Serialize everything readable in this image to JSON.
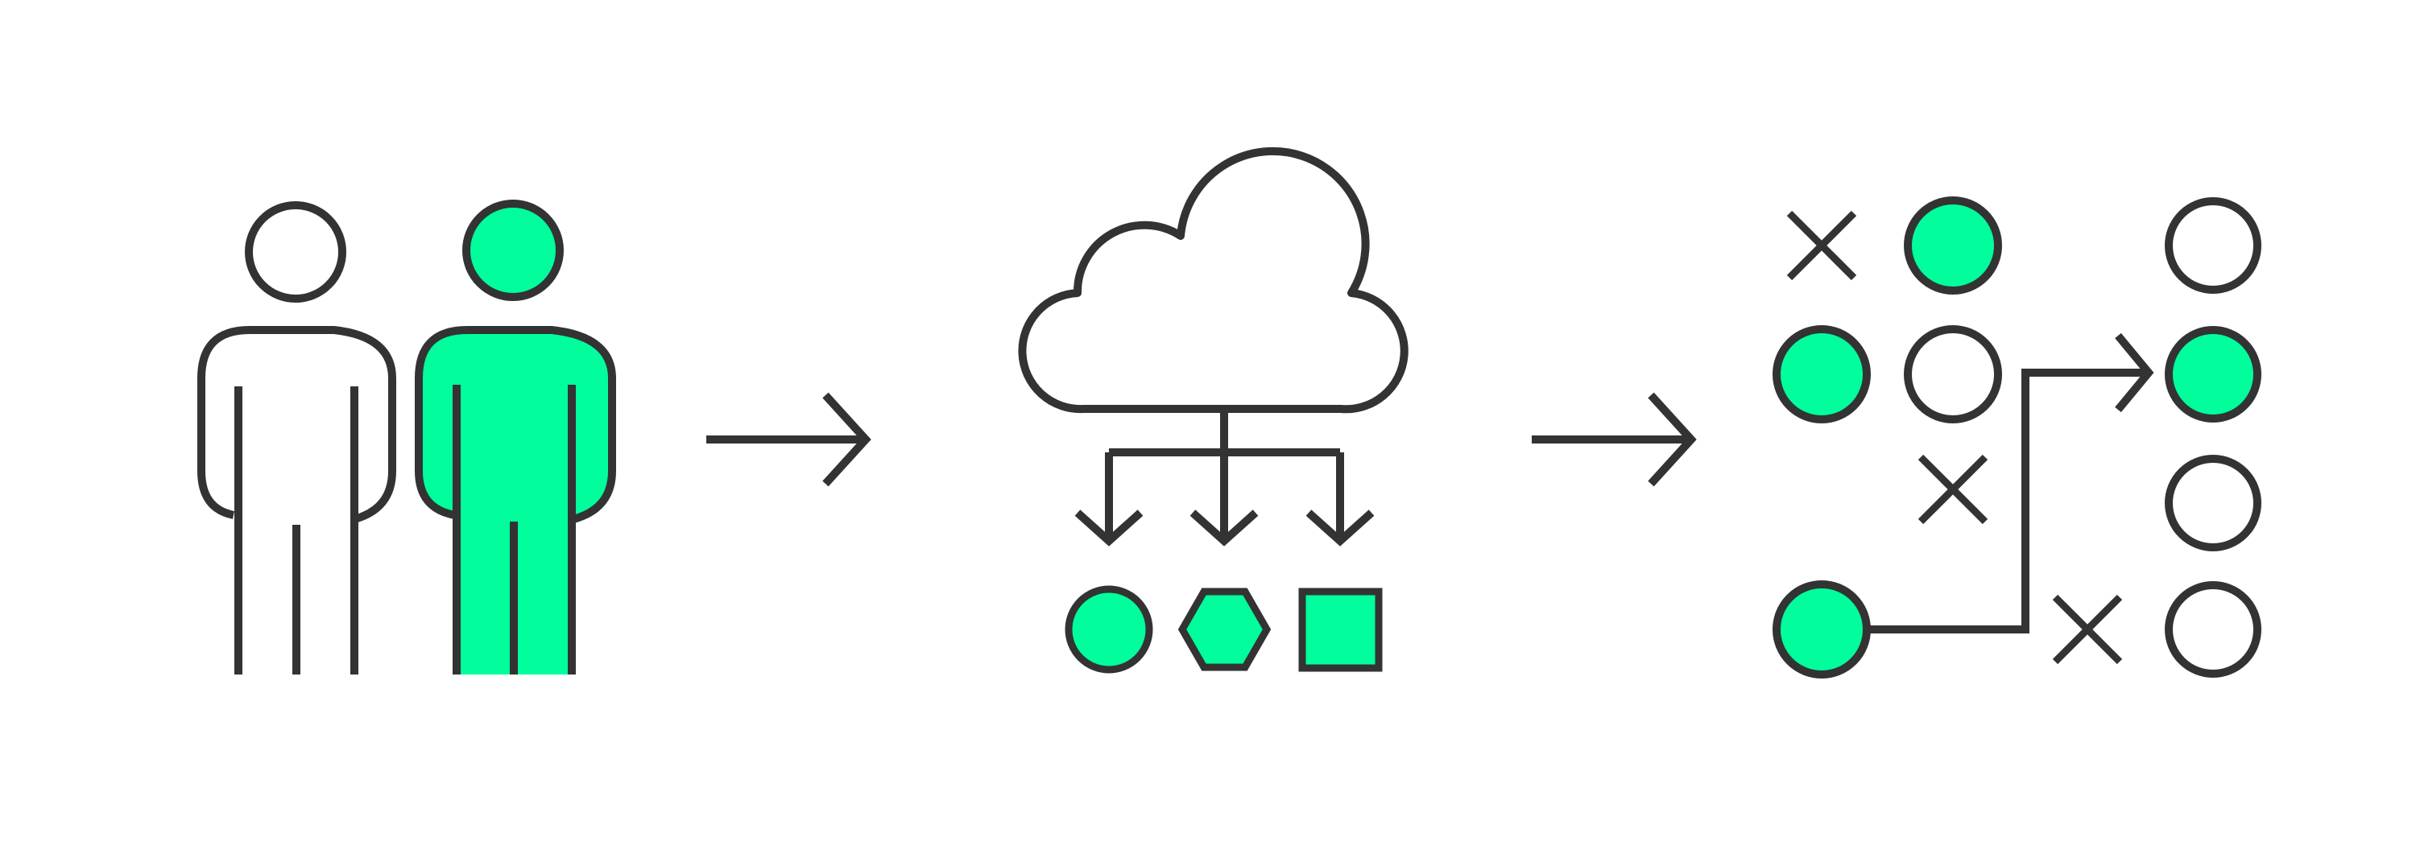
{
  "colors": {
    "stroke": "#333333",
    "accent": "#00FF9C",
    "background": "#FFFFFF"
  },
  "diagram": {
    "stages": [
      {
        "id": "people",
        "icons": [
          "person-outline-icon",
          "person-filled-icon"
        ]
      },
      {
        "id": "cloud-distribution",
        "icons": [
          "cloud-icon",
          "branch-arrows-icon",
          "circle-output-icon",
          "hexagon-output-icon",
          "square-output-icon"
        ]
      },
      {
        "id": "selection-grid",
        "icons": [
          "cross-mark-icon",
          "filled-circle-icon",
          "outline-circle-icon",
          "routing-arrow-icon"
        ]
      }
    ],
    "connectors": [
      "arrow-right-icon",
      "arrow-right-icon"
    ],
    "grid_left": {
      "rows": [
        [
          "cross",
          "filled"
        ],
        [
          "filled",
          "outline"
        ],
        [
          "empty",
          "cross"
        ],
        [
          "filled",
          "empty"
        ]
      ]
    },
    "grid_right": {
      "column": [
        "outline",
        "filled",
        "outline",
        "outline"
      ],
      "crosses_near": [
        "row-4"
      ]
    }
  }
}
